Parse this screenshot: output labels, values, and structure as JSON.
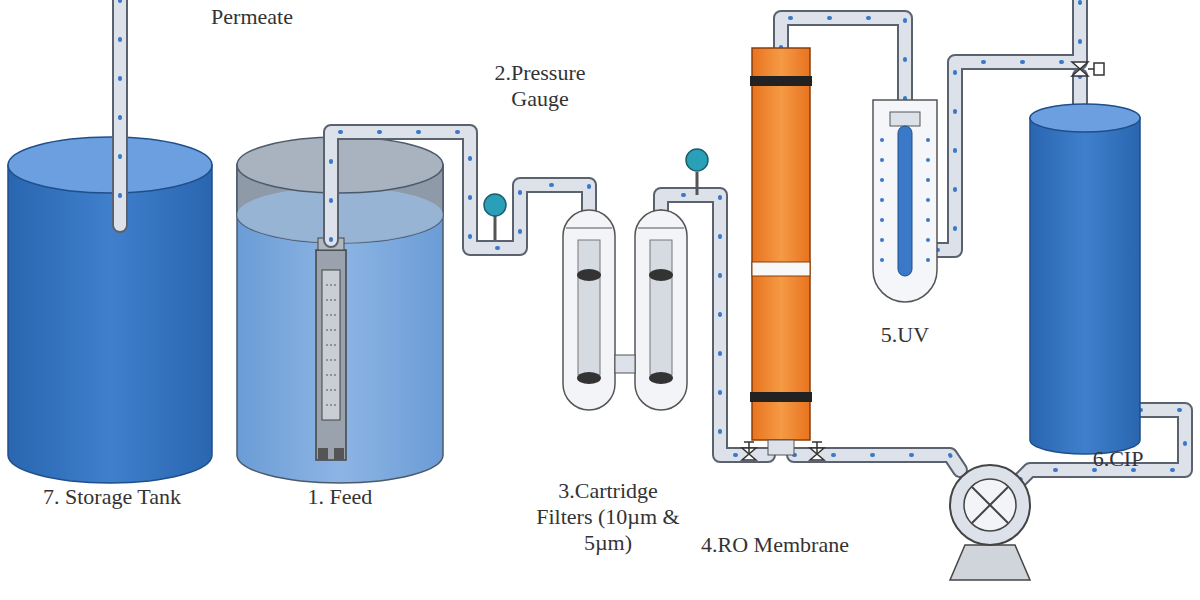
{
  "diagram": {
    "labels": [
      "Permeate",
      "2.Pressure Gauge",
      "3.Cartridge Filters (10µm & 5µm)",
      "4.RO Membrane",
      "5.UV",
      "6.CIP",
      "7. Storage Tank",
      "1. Feed"
    ]
  }
}
